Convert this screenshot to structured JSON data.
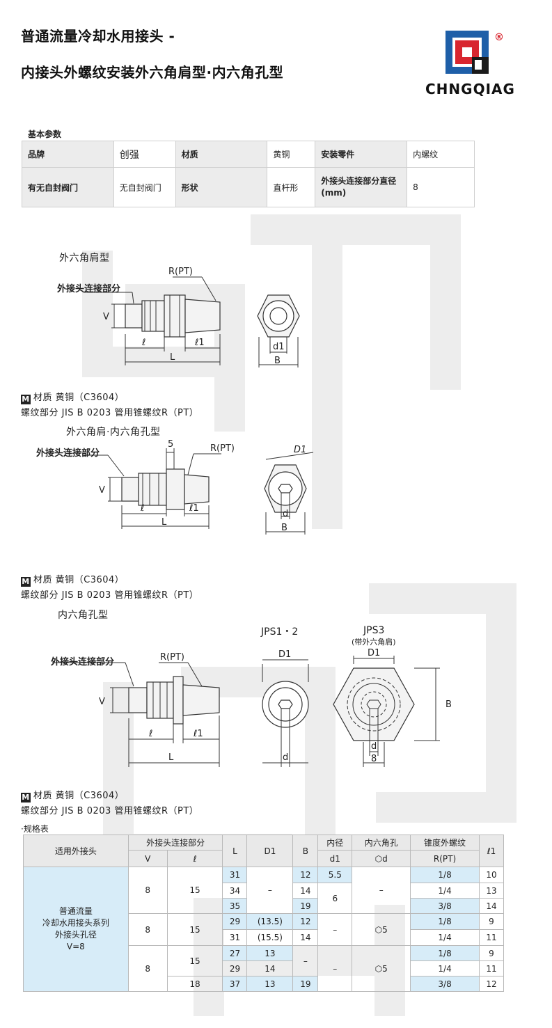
{
  "header": {
    "title_line1": "普通流量冷却水用接头 -",
    "title_line2": "内接头外螺纹安装外六角肩型·内六角孔型",
    "brand": "CHNGQIAG",
    "registered": "®",
    "colors": {
      "blue": "#1e5fa8",
      "red": "#d8262f",
      "dark": "#1a1a1a"
    }
  },
  "params": {
    "label": "基本参数",
    "rows": [
      [
        {
          "k": "品牌",
          "v": "创强"
        },
        {
          "k": "材质",
          "v": "黄铜"
        },
        {
          "k": "安装零件",
          "v": "内螺纹"
        }
      ],
      [
        {
          "k": "有无自封阀门",
          "v": "无自封阀门"
        },
        {
          "k": "形状",
          "v": "直杆形"
        },
        {
          "k": "外接头连接部分直径(mm)",
          "v": "8"
        }
      ]
    ]
  },
  "figures": {
    "fig1": {
      "caption": "外六角肩型",
      "labels": {
        "connection": "外接头连接部分",
        "thread": "R(PT)",
        "v": "V",
        "l": "ℓ",
        "l1": "ℓ1",
        "L": "L",
        "d1": "d1",
        "B": "B"
      },
      "material": "材质  黄铜（C3604）",
      "thread_note": "螺纹部分  JIS B 0203 管用锥螺纹R（PT）"
    },
    "fig2": {
      "caption": "外六角肩·内六角孔型",
      "labels": {
        "connection": "外接头连接部分",
        "thread": "R(PT)",
        "five": "5",
        "v": "V",
        "l": "ℓ",
        "l1": "ℓ1",
        "L": "L",
        "D1": "D1",
        "d": "d",
        "B": "B"
      },
      "material": "材质  黄铜（C3604）",
      "thread_note": "螺纹部分  JIS B 0203 管用锥螺纹R（PT）"
    },
    "fig3": {
      "caption": "内六角孔型",
      "labels": {
        "connection": "外接头连接部分",
        "thread": "R(PT)",
        "v": "V",
        "l": "ℓ",
        "l1": "ℓ1",
        "L": "L",
        "jps12": "JPS1・2",
        "jps3": "JPS3",
        "jps3_sub": "(带外六角肩)",
        "D1": "D1",
        "d": "d",
        "B": "B",
        "eight": "8"
      },
      "material": "材质  黄铜（C3604）",
      "thread_note": "螺纹部分  JIS B 0203 管用锥螺纹R（PT）"
    },
    "m_mark": "M"
  },
  "spec": {
    "label": "·规格表",
    "headers": {
      "applicable": "适用外接头",
      "connection": "外接头连接部分",
      "v": "V",
      "l_small": "ℓ",
      "L": "L",
      "D1": "D1",
      "B": "B",
      "inner": "内径",
      "inner_d1": "d1",
      "hex": "内六角孔",
      "hex_d": "⬡d",
      "taper": "锥度外螺纹",
      "taper_rpt": "R(PT)",
      "l1": "ℓ1"
    },
    "note_lines": [
      "普通流量",
      "冷却水用接头系列",
      "外接头孔径",
      "V=8"
    ],
    "groups": [
      {
        "v": "8",
        "l": "15",
        "rows": [
          {
            "L": "31",
            "D1": "–",
            "B": "12",
            "d1": "5.5",
            "hex": "–",
            "R": "1/8",
            "l1": "10"
          },
          {
            "L": "34",
            "B": "14",
            "d1": "6",
            "R": "1/4",
            "l1": "13"
          },
          {
            "L": "35",
            "B": "19",
            "R": "3/8",
            "l1": "14"
          }
        ]
      },
      {
        "v": "8",
        "l": "15",
        "rows": [
          {
            "L": "29",
            "D1": "(13.5)",
            "B": "12",
            "d1": "–",
            "hex": "⬡5",
            "R": "1/8",
            "l1": "9"
          },
          {
            "L": "31",
            "D1": "(15.5)",
            "B": "14",
            "R": "1/4",
            "l1": "11"
          }
        ]
      },
      {
        "v": "8",
        "rows": [
          {
            "l": "15",
            "L": "27",
            "D1": "13",
            "B": "–",
            "d1": "–",
            "hex": "⬡5",
            "R": "1/8",
            "l1": "9"
          },
          {
            "L": "29",
            "D1": "14",
            "R": "1/4",
            "l1": "11"
          },
          {
            "l": "18",
            "L": "37",
            "D1": "13",
            "B": "19",
            "R": "3/8",
            "l1": "12"
          }
        ]
      }
    ]
  }
}
